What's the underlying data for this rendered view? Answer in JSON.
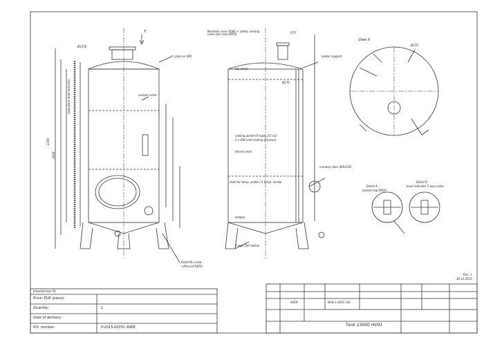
{
  "view_labels": {
    "top_view": "View X",
    "detail_a": "Detail A",
    "detail_a_sub": "sample tap DN10",
    "detail_b": "Detail B",
    "detail_b_sub": "level indicator 3-way valve",
    "view_arrow": "Y"
  },
  "annotations": {
    "manhole_cover": "Manhole cover 400E + safety venting valve tub vane DN50",
    "air_pipe": "tr. pipe an 400",
    "tube_glass": "tube glass level indicator",
    "sample_valve": "sample valve",
    "ladder_support": "ladder support",
    "top_cover": "top cover",
    "cooling_jacket": "cooling jacket fit-tape, 2.5 m2",
    "cooling_jacket_2": "2 x IDN vent cooling pressure",
    "thermo_well": "thermo well",
    "shell_label": "shell for temp. probe / 2 temp. sensor",
    "manway_door": "manway door 400x530",
    "bottom": "bottom",
    "legs": "3 legs 350 hollow",
    "butterfly_valve": "Butterfly valve",
    "valve_sub": "+Ktriumf DN50"
  },
  "dimensions": {
    "d1": "Ø1550",
    "d2": "2350",
    "d3": "3000",
    "d4": "R75",
    "d5": "Ø170",
    "d6": "Ø170"
  },
  "revision": {
    "label": "Rev. 1",
    "date": "16.12.2015"
  },
  "info_table": {
    "header": "Kieselstrasse 50",
    "rows": [
      {
        "label": "Price: EUR (piece)",
        "value": ""
      },
      {
        "label": "Quantity:",
        "value": "1"
      },
      {
        "label": "Date of delivery:",
        "value": ""
      },
      {
        "label": "P.O. number:",
        "value": "P-2015-02051 ASER"
      }
    ]
  },
  "title_block": {
    "part": "ASER",
    "material": "W.Nr.1.4301 (Ai)",
    "title": "Tank 23000 HV01"
  }
}
